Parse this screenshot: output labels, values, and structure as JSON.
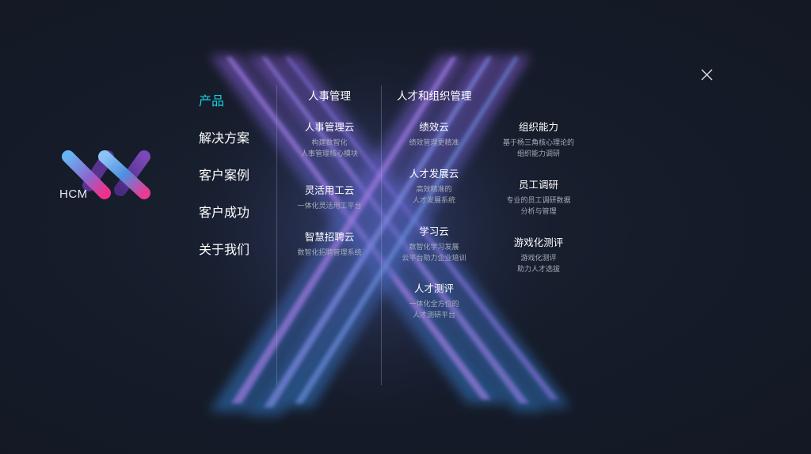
{
  "logo": {
    "text": "HCM",
    "colors": {
      "blue": "#5aa8f0",
      "purple": "#6a3aa0",
      "pink": "#f0308c"
    }
  },
  "nav": {
    "active_color": "#16d2e0",
    "items": [
      {
        "label": "产品",
        "active": true
      },
      {
        "label": "解决方案",
        "active": false
      },
      {
        "label": "客户案例",
        "active": false
      },
      {
        "label": "客户成功",
        "active": false
      },
      {
        "label": "关于我们",
        "active": false
      }
    ]
  },
  "sections": [
    {
      "title": "人事管理",
      "products": [
        {
          "title": "人事管理云",
          "desc": [
            "构建数智化",
            "人事管理核心模块"
          ]
        },
        {
          "title": "灵活用工云",
          "desc": [
            "一体化灵活用工平台"
          ]
        },
        {
          "title": "智慧招聘云",
          "desc": [
            "数智化招聘管理系统"
          ]
        }
      ]
    },
    {
      "title": "人才和组织管理",
      "columns": [
        [
          {
            "title": "绩效云",
            "desc": [
              "绩效管理更精准"
            ]
          },
          {
            "title": "人才发展云",
            "desc": [
              "高效精准的",
              "人才发展系统"
            ]
          },
          {
            "title": "学习云",
            "desc": [
              "数智化学习发展",
              "云平台助力企业培训"
            ]
          },
          {
            "title": "人才测评",
            "desc": [
              "一体化全方位的",
              "人才测研平台"
            ]
          }
        ],
        [
          {
            "title": "组织能力",
            "desc": [
              "基于杨三角核心理论的",
              "组织能力调研"
            ]
          },
          {
            "title": "员工调研",
            "desc": [
              "专业的员工调研数据",
              "分析与管理"
            ]
          },
          {
            "title": "游戏化测评",
            "desc": [
              "游戏化测评",
              "助力人才选拔"
            ]
          }
        ]
      ]
    }
  ],
  "close": {
    "icon": "close-icon"
  }
}
